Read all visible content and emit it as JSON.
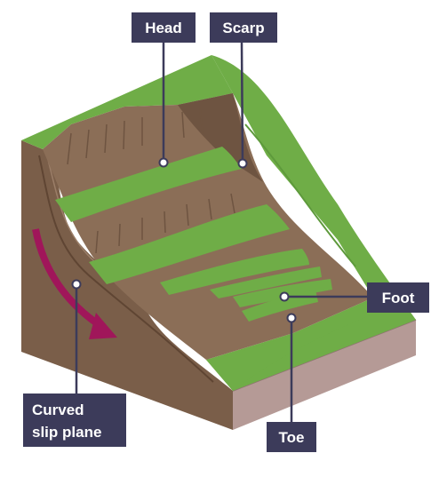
{
  "labels": {
    "head": "Head",
    "scarp": "Scarp",
    "foot": "Foot",
    "toe": "Toe",
    "slip_plane_line1": "Curved",
    "slip_plane_line2": "slip plane"
  },
  "colors": {
    "grass": "#6fad47",
    "grass_dark": "#5e9a3c",
    "soil": "#8b6e57",
    "soil_dark": "#6e5441",
    "rock_side": "#b59a96",
    "label_box": "#3c3b5a",
    "arrow": "#a0165a"
  }
}
